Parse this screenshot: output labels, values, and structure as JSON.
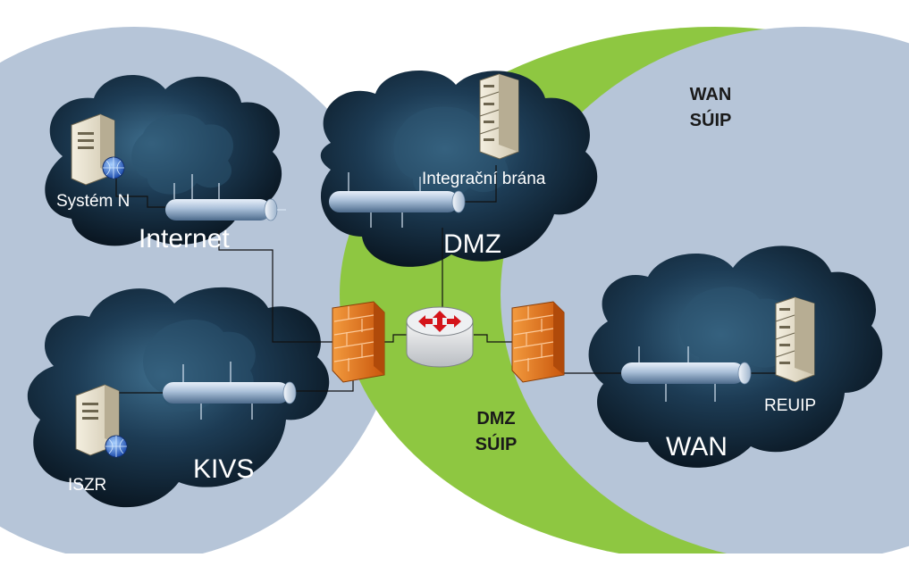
{
  "zones": {
    "wan_suip": {
      "line1": "WAN",
      "line2": "SÚIP"
    },
    "dmz_suip": {
      "line1": "DMZ",
      "line2": "SÚIP"
    }
  },
  "networks": {
    "internet": {
      "label": "Internet"
    },
    "dmz": {
      "label": "DMZ"
    },
    "kivs": {
      "label": "KIVS"
    },
    "wan": {
      "label": "WAN"
    }
  },
  "nodes": {
    "system_n": {
      "label": "Systém N",
      "icon": "web-server-icon"
    },
    "integration_gateway": {
      "label": "Integrační brána",
      "icon": "server-rack-icon"
    },
    "iszr": {
      "label": "ISZR",
      "icon": "web-server-icon"
    },
    "reuip": {
      "label": "REUIP",
      "icon": "server-rack-icon"
    }
  },
  "devices": {
    "router": {
      "icon": "router-icon"
    },
    "firewall_left": {
      "icon": "firewall-icon"
    },
    "firewall_right": {
      "icon": "firewall-icon"
    }
  },
  "colors": {
    "zone_gray_blue": "#b6c5d8",
    "zone_green": "#8ec741",
    "cloud_dark": "#0f2536",
    "firewall": "#e8731c",
    "pipe": "#a9bfd8"
  }
}
